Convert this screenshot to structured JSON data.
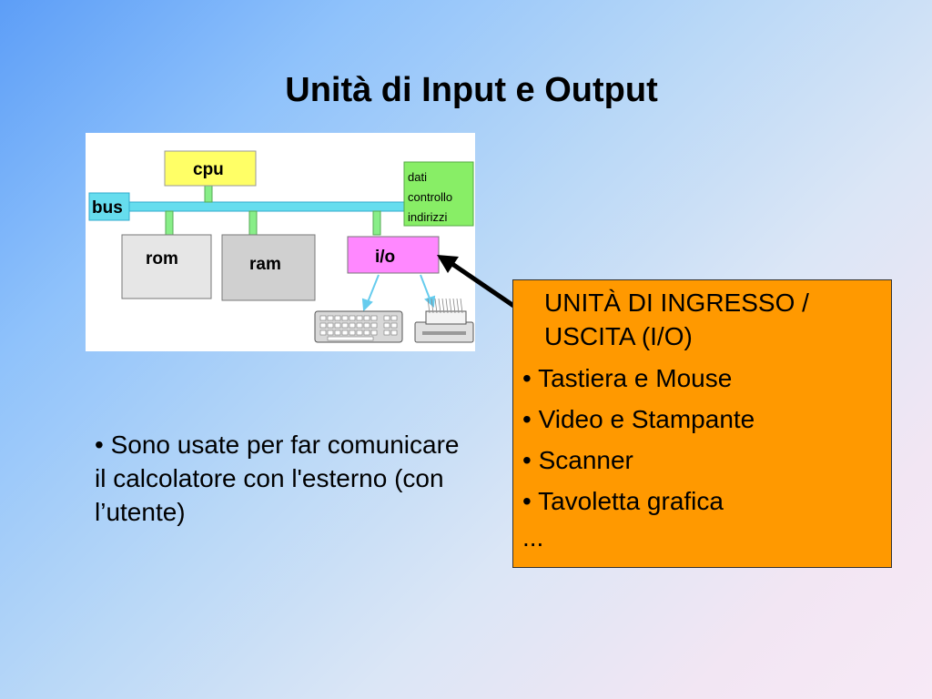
{
  "title": "Unità di Input e Output",
  "diagram": {
    "labels": {
      "cpu": "cpu",
      "bus": "bus",
      "rom": "rom",
      "ram": "ram",
      "io": "i/o",
      "bus_lines": [
        "dati",
        "controllo",
        "indirizzi"
      ]
    },
    "colors": {
      "cpu_box": "#ffff66",
      "bus": "#66ddee",
      "memory_box": "#e6e6e6",
      "ram_box": "#d0d0d0",
      "io_box": "#ff88ff",
      "bus_legend": "#88ee66",
      "connector": "#88ee88"
    },
    "icons": [
      "keyboard-icon",
      "printer-icon"
    ]
  },
  "left_text": {
    "bullet": "• Sono usate per far comunicare il calcolatore con l'esterno (con l’utente)"
  },
  "box": {
    "heading": "UNITÀ DI INGRESSO / USCITA (I/O)",
    "items": [
      "• Tastiera e Mouse",
      "• Video e Stampante",
      "• Scanner",
      "• Tavoletta grafica"
    ],
    "more": "...",
    "background": "#ff9900"
  }
}
